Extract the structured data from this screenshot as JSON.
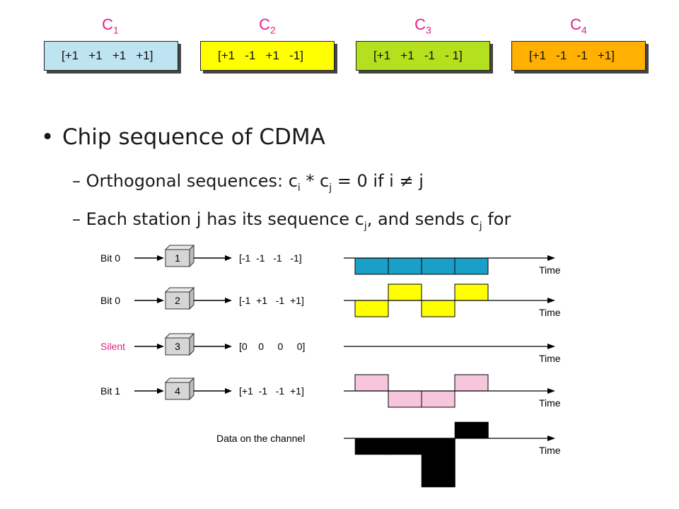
{
  "codes": [
    {
      "label_main": "C",
      "label_sub": "1",
      "sequence": "[+1   +1   +1   +1]",
      "color": "#bde4f0"
    },
    {
      "label_main": "C",
      "label_sub": "2",
      "sequence": "[+1   -1   +1   -1]",
      "color": "#ffff00"
    },
    {
      "label_main": "C",
      "label_sub": "3",
      "sequence": "[+1   +1   -1   - 1]",
      "color": "#b5e01e"
    },
    {
      "label_main": "C",
      "label_sub": "4",
      "sequence": "[+1   -1   -1   +1]",
      "color": "#ffb000"
    }
  ],
  "bullets": {
    "main": "Chip sequence of CDMA",
    "dot": "•",
    "dash": "–",
    "sub1": {
      "text_a": "Orthogonal sequences:  c",
      "sub_a": "i",
      "text_b": " * c",
      "sub_b": "j",
      "text_c": " = 0 if i ≠ j"
    },
    "sub2": {
      "text_a": "Each station j has its sequence  c",
      "sub_a": "j",
      "text_b": ", and sends  c",
      "sub_b": "j",
      "text_c": " for"
    }
  },
  "stations": [
    {
      "input": "Bit 0",
      "input_color": "#000000",
      "station": "1",
      "chips": "[-1  -1   -1   -1]",
      "signal": [
        -1,
        -1,
        -1,
        -1
      ],
      "fill": "#1aa0c8",
      "time_label": "Time"
    },
    {
      "input": "Bit 0",
      "input_color": "#000000",
      "station": "2",
      "chips": "[-1  +1   -1  +1]",
      "signal": [
        -1,
        1,
        -1,
        1
      ],
      "fill": "#ffff00",
      "time_label": "Time"
    },
    {
      "input": "Silent",
      "input_color": "#e0218a",
      "station": "3",
      "chips": "[0    0     0     0]",
      "signal": [
        0,
        0,
        0,
        0
      ],
      "fill": "#ffffff",
      "time_label": "Time"
    },
    {
      "input": "Bit 1",
      "input_color": "#000000",
      "station": "4",
      "chips": "[+1  -1   -1  +1]",
      "signal": [
        1,
        -1,
        -1,
        1
      ],
      "fill": "#f7c6dd",
      "time_label": "Time"
    }
  ],
  "channel": {
    "label": "Data on the channel",
    "signal": [
      -1,
      -1,
      -3,
      1
    ],
    "fill": "#000000",
    "time_label": "Time"
  }
}
